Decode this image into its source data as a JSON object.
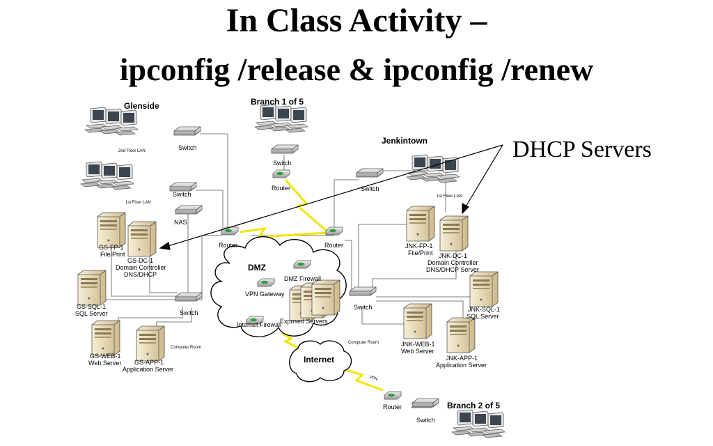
{
  "title": {
    "line1": "In Class Activity –",
    "line2": "ipconfig /release & ipconfig /renew"
  },
  "callout": "DHCP Servers",
  "sites": {
    "glenside": "Glenside",
    "branch1": "Branch 1 of 5",
    "jenkintown": "Jenkintown",
    "branch2": "Branch 2 of 5",
    "dmz": "DMZ",
    "internet": "Internet"
  },
  "labels": {
    "gs_lan2": "2nd Floor LAN",
    "gs_lan1": "1st Floor LAN",
    "jnk_lan1": "1st Floor LAN",
    "switch": "Switch",
    "router": "Router",
    "nas": "NAS",
    "computer_room": "Computer Room",
    "vpn": "VPN",
    "dmz_firewall": "DMZ Firewall",
    "vpn_gateway": "VPN Gateway",
    "internet_firewall": "Internet Firewall",
    "exposed_servers": "Exposed Servers"
  },
  "servers": {
    "gs_fp1": [
      "GS-FP-1",
      "File/Print"
    ],
    "gs_dc1": [
      "GS-DC-1",
      "Domain Controller",
      "DNS/DHCP"
    ],
    "gs_sql1": [
      "GS-SQL-1",
      "SQL Server"
    ],
    "gs_web1": [
      "GS-WEB-1",
      "Web Server"
    ],
    "gs_app1": [
      "GS-APP-1",
      "Application Server"
    ],
    "jnk_fp1": [
      "JNK-FP-1",
      "File/Print"
    ],
    "jnk_dc1": [
      "JNK-DC-1",
      "Domain Controller",
      "DNS/DHCP Server"
    ],
    "jnk_sql1": [
      "JNK-SQL-1",
      "SQL Server"
    ],
    "jnk_web1": [
      "JNK-WEB-1",
      "Web Server"
    ],
    "jnk_app1": [
      "JNK-APP-1",
      "Application Server"
    ]
  },
  "colors": {
    "wire": "#555555",
    "wan_link": "#f2e600",
    "server_body": "#e9dcb8",
    "router_led": "#2e9e3e"
  }
}
